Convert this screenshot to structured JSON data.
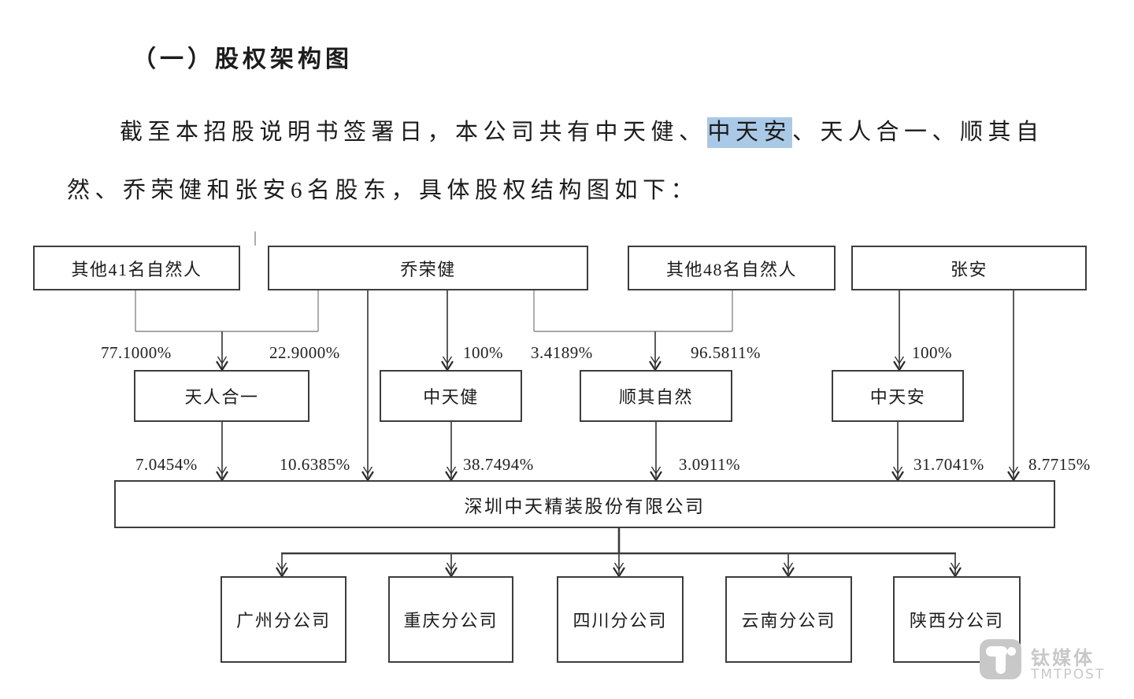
{
  "document": {
    "heading": "（一）股权架构图",
    "paragraph": {
      "line1_pre": "截至本招股说明书签署日，本公司共有中天健、",
      "line1_highlight": "中天安",
      "line1_post": "、天人合一、顺其自",
      "line2": "然、乔荣健和张安6名股东，具体股权结构图如下："
    }
  },
  "diagram": {
    "top_nodes": [
      {
        "label": "其他41名自然人"
      },
      {
        "label": "乔荣健"
      },
      {
        "label": "其他48名自然人"
      },
      {
        "label": "张安"
      }
    ],
    "mid_nodes": [
      {
        "label": "天人合一"
      },
      {
        "label": "中天健"
      },
      {
        "label": "顺其自然"
      },
      {
        "label": "中天安"
      }
    ],
    "company": {
      "label": "深圳中天精装股份有限公司"
    },
    "branches": [
      {
        "label": "广州分公司"
      },
      {
        "label": "重庆分公司"
      },
      {
        "label": "四川分公司"
      },
      {
        "label": "云南分公司"
      },
      {
        "label": "陕西分公司"
      }
    ],
    "equity_edges_tier1": [
      {
        "from": "其他41名自然人",
        "to": "天人合一",
        "value": "77.1000%"
      },
      {
        "from": "乔荣健",
        "to": "天人合一",
        "value": "22.9000%"
      },
      {
        "from": "乔荣健",
        "to": "中天健",
        "value": "100%"
      },
      {
        "from": "乔荣健",
        "to": "顺其自然",
        "value": "3.4189%"
      },
      {
        "from": "其他48名自然人",
        "to": "顺其自然",
        "value": "96.5811%"
      },
      {
        "from": "张安",
        "to": "中天安",
        "value": "100%"
      }
    ],
    "equity_edges_tier2": [
      {
        "from": "天人合一",
        "to": "深圳中天精装股份有限公司",
        "value": "7.0454%"
      },
      {
        "from": "乔荣健",
        "to": "深圳中天精装股份有限公司",
        "value": "10.6385%"
      },
      {
        "from": "中天健",
        "to": "深圳中天精装股份有限公司",
        "value": "38.7494%"
      },
      {
        "from": "顺其自然",
        "to": "深圳中天精装股份有限公司",
        "value": "3.0911%"
      },
      {
        "from": "中天安",
        "to": "深圳中天精装股份有限公司",
        "value": "31.7041%"
      },
      {
        "from": "张安",
        "to": "深圳中天精装股份有限公司",
        "value": "8.7715%"
      }
    ]
  },
  "watermark": {
    "name_cn": "钛媒体",
    "name_en": "TMTPOST"
  },
  "colors": {
    "highlight": "#a9c9e6",
    "line": "#6e6e6e",
    "line-dark": "#3a3a3a",
    "border": "#3d3d3d",
    "watermark": "#c8c8c8"
  }
}
